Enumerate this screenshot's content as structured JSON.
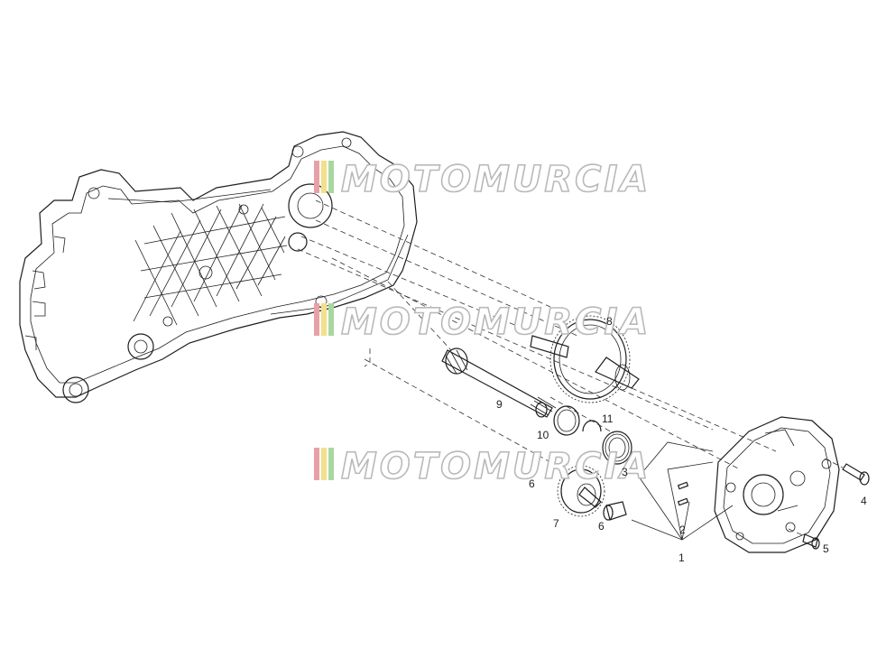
{
  "watermark": {
    "text": "MOTOMURCIA",
    "stripe_colors": [
      "#e7a1a6",
      "#f3e08a",
      "#a8d8a0"
    ],
    "stroke_color": "#b9b9b9"
  },
  "labels": {
    "p1": "1",
    "p2": "2",
    "p3": "3",
    "p4": "4",
    "p5": "5",
    "p6": "6",
    "p7": "7",
    "p8": "8",
    "p9": "9",
    "p10": "10",
    "p11": "11",
    "p_extra": "6"
  }
}
